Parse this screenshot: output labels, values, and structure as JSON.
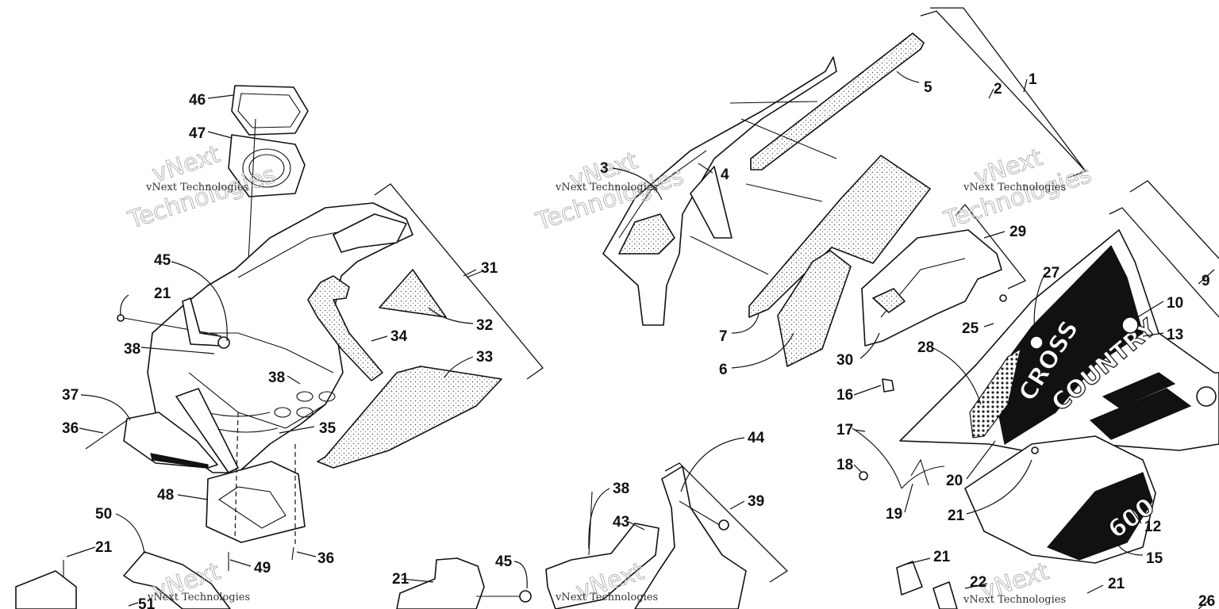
{
  "callouts": [
    {
      "id": "c1",
      "label": "1"
    },
    {
      "id": "c2",
      "label": "2"
    },
    {
      "id": "c3",
      "label": "3"
    },
    {
      "id": "c4",
      "label": "4"
    },
    {
      "id": "c5",
      "label": "5"
    },
    {
      "id": "c6",
      "label": "6"
    },
    {
      "id": "c7",
      "label": "7"
    },
    {
      "id": "c9",
      "label": "9"
    },
    {
      "id": "c10",
      "label": "10"
    },
    {
      "id": "c12",
      "label": "12"
    },
    {
      "id": "c13",
      "label": "13"
    },
    {
      "id": "c15",
      "label": "15"
    },
    {
      "id": "c16",
      "label": "16"
    },
    {
      "id": "c17",
      "label": "17"
    },
    {
      "id": "c18",
      "label": "18"
    },
    {
      "id": "c19",
      "label": "19"
    },
    {
      "id": "c20",
      "label": "20"
    },
    {
      "id": "c21a",
      "label": "21"
    },
    {
      "id": "c21b",
      "label": "21"
    },
    {
      "id": "c21c",
      "label": "21"
    },
    {
      "id": "c21d",
      "label": "21"
    },
    {
      "id": "c21e",
      "label": "21"
    },
    {
      "id": "c21f",
      "label": "21"
    },
    {
      "id": "c22",
      "label": "22"
    },
    {
      "id": "c25",
      "label": "25"
    },
    {
      "id": "c26",
      "label": "26"
    },
    {
      "id": "c27",
      "label": "27"
    },
    {
      "id": "c28",
      "label": "28"
    },
    {
      "id": "c29",
      "label": "29"
    },
    {
      "id": "c30",
      "label": "30"
    },
    {
      "id": "c31",
      "label": "31"
    },
    {
      "id": "c32",
      "label": "32"
    },
    {
      "id": "c33",
      "label": "33"
    },
    {
      "id": "c34",
      "label": "34"
    },
    {
      "id": "c35",
      "label": "35"
    },
    {
      "id": "c36a",
      "label": "36"
    },
    {
      "id": "c36b",
      "label": "36"
    },
    {
      "id": "c37",
      "label": "37"
    },
    {
      "id": "c38a",
      "label": "38"
    },
    {
      "id": "c38b",
      "label": "38"
    },
    {
      "id": "c38c",
      "label": "38"
    },
    {
      "id": "c39",
      "label": "39"
    },
    {
      "id": "c43",
      "label": "43"
    },
    {
      "id": "c44",
      "label": "44"
    },
    {
      "id": "c45a",
      "label": "45"
    },
    {
      "id": "c45b",
      "label": "45"
    },
    {
      "id": "c46",
      "label": "46"
    },
    {
      "id": "c47",
      "label": "47"
    },
    {
      "id": "c48",
      "label": "48"
    },
    {
      "id": "c49",
      "label": "49"
    },
    {
      "id": "c50",
      "label": "50"
    },
    {
      "id": "c51",
      "label": "51"
    }
  ],
  "watermark": {
    "company": "vNext Technologies",
    "logo_top": "vNext",
    "logo_bottom": "Technologies"
  },
  "decal": {
    "line1": "CROSS",
    "line2": "COUNTRY",
    "model": "600"
  }
}
